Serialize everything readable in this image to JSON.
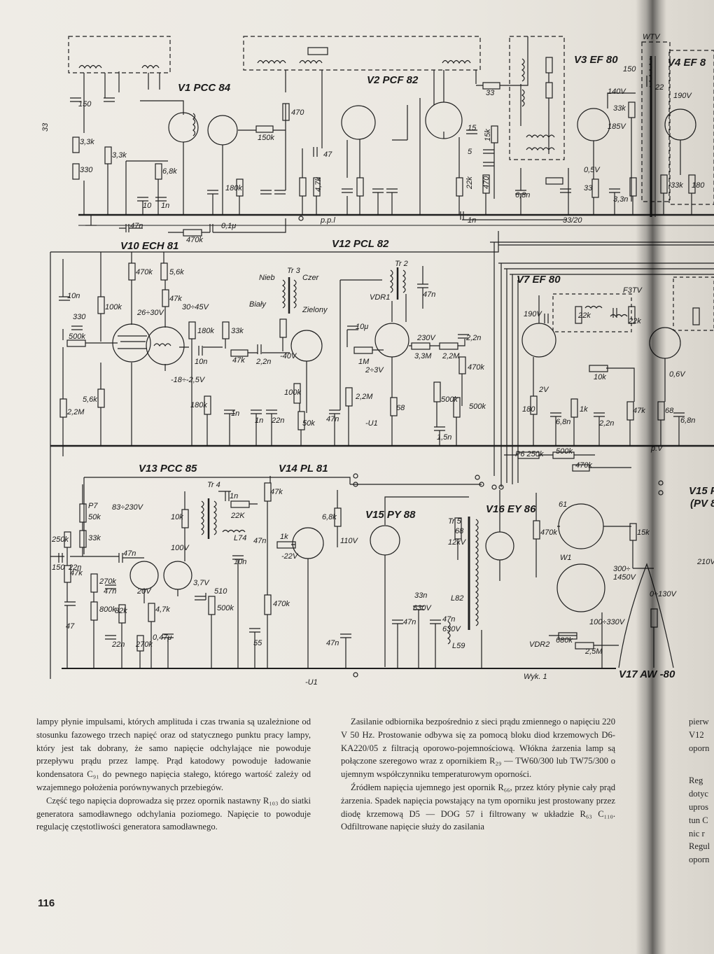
{
  "schematic": {
    "tubes": {
      "v1": "V1 PCC 84",
      "v2": "V2 PCF 82",
      "v3": "V3 EF 80",
      "v4": "V4 EF 8",
      "v7": "V7 EF 80",
      "v10": "V10 ECH 81",
      "v12": "V12 PCL 82",
      "v13": "V13 PCC 85",
      "v14": "V14 PL 81",
      "v15": "V15 PY 88",
      "v16": "V16 EY 86",
      "v17": "V17 AW -80",
      "v15r": "V15 PY",
      "v15r2": "(PV 8"
    },
    "labels": {
      "r33": "33",
      "r150": "150",
      "r3k3a": "3,3k",
      "r330a": "330",
      "r3k3b": "3,3k",
      "r6k8": "6,8k",
      "c10": "10",
      "c1n_a": "1n",
      "c47n_a": "47n",
      "r470k_a": "470k",
      "c01u": "0,1μ",
      "r150k_a": "150k",
      "r180k_a": "180k",
      "r470_a": "470",
      "c47_a": "47",
      "r4k7": "4,7k",
      "r33b": "33",
      "r22k_a": "22k",
      "r15k_a": "15k",
      "c15": "15",
      "c5": "5",
      "r470_b": "470",
      "ppl": "p.p.l",
      "c1n_b": "1n",
      "r33k_a": "33k",
      "v140": "140V",
      "v185": "185V",
      "v05": "0,5V",
      "r33_c": "33",
      "c33n": "3,3n",
      "r33k_b": "33k",
      "r180_a": "180",
      "c33_20": "33/20",
      "c68n_a": "6,8n",
      "c150": "150",
      "c22": "22",
      "v190": "190V",
      "wtv": "WTV",
      "c10n_a": "10n",
      "r330b": "330",
      "r500k_a": "500k",
      "r100k_a": "100k",
      "v26_30": "26÷30V",
      "v30_45": "30÷45V",
      "r470k_b": "470k",
      "r56k": "5,6k",
      "r47k_a": "47k",
      "r180k_b": "180k",
      "c10n_b": "10n",
      "v18_25": "-18÷-2,5V",
      "r33k_c": "33k",
      "r47k_b": "47k",
      "c22n": "2,2n",
      "v40": "-40V",
      "r180k_c": "180k",
      "r56k_b": "5,6k",
      "r22m_a": "2,2M",
      "c1n_c": "1n",
      "c1n_d": "1n",
      "c22n_b": "22n",
      "r100k_b": "100k",
      "r50k": "50k",
      "tr3": "Tr 3",
      "nieb": "Nieb",
      "czer": "Czer",
      "bialy": "Biały",
      "zielony": "Zielony",
      "tr2": "Tr 2",
      "vdr1": "VDR1",
      "c47n_b": "47n",
      "c10u": "10μ",
      "r1m": "1M",
      "v230": "230V",
      "r33m": "3,3M",
      "r22m_b": "2,2M",
      "c22n_c": "2,2n",
      "r470k_c": "470k",
      "v23": "2÷3V",
      "r22m_c": "2,2M",
      "r68": "68",
      "c47n_c": "47n",
      "u1_a": "-U1",
      "r500k_b": "500k",
      "r500k_c": "500k",
      "c15n": "1,5n",
      "r22k_b": "22k",
      "r22k_c": "22k",
      "f3tv": "F3TV",
      "v190b": "190V",
      "v2": "2V",
      "r10k": "10k",
      "r180_b": "180",
      "c68n_b": "6,8n",
      "r1k": "1k",
      "c22n_d": "2,2n",
      "r47k_c": "47k",
      "r68b": "68",
      "c68n_c": "6,8n",
      "v06": "0,6V",
      "pv": "p.V",
      "p6": "P6 250k",
      "r500k_d": "500k",
      "r470k_d": "470k",
      "p7": "P7",
      "r50k_b": "50k",
      "v83_230": "83÷230V",
      "r250k": "250k",
      "r33k_d": "33k",
      "r150_b": "150",
      "c22n_e": "22n",
      "c47n_d": "47n",
      "r47k_d": "47k",
      "r270k": "270k",
      "c47n_e": "47n",
      "r800k": "800k",
      "r82k": "82k",
      "v20": "20V",
      "r4k7b": "4,7k",
      "c22n_f": "22n",
      "r270k_b": "270k",
      "c047u": "0,47μ",
      "c47": "47",
      "tr4": "Tr 4",
      "c1n_e": "1n",
      "r10k_b": "10k",
      "r22k_d": "22K",
      "l74": "L74",
      "c47n_f": "47n",
      "v100": "100V",
      "c10n_c": "10n",
      "v37": "3,7V",
      "c510": "510",
      "r500k_e": "500k",
      "r47k_e": "47k",
      "r1k_b": "1k",
      "v22": "-22V",
      "r68k": "6,8k",
      "v110": "110V",
      "r470k_e": "470k",
      "c55": "55",
      "c47n_g": "47n",
      "tr5": "Tr 5",
      "c68": "68",
      "c12kv": "12kV",
      "c33n_b": "33n",
      "v630": "630V",
      "c47n_h": "47n",
      "c47n_i": "47n",
      "v630b": "630V",
      "l82": "L82",
      "l59": "L59",
      "n61": "61",
      "nW1": "W1",
      "r470k_f": "470k",
      "r15k": "15k",
      "v300": "300÷",
      "v1450": "1450V",
      "v0130": "0÷130V",
      "v100_330": "100÷330V",
      "vdr2": "VDR2",
      "r680k": "680k",
      "r25m": "2,5M",
      "u1_b": "-U1",
      "wyk1": "Wyk. 1",
      "v210": "210V"
    }
  },
  "columns": {
    "left": [
      "lampy płynie impulsami, których amplituda i czas trwania są uzależnione od stosunku fazowego trzech napięć oraz od statycznego punktu pracy lampy, który jest tak dobrany, że samo napięcie odchylające nie powoduje przepływu prądu przez lampę. Prąd katodowy powoduje ładowanie kondensatora C₉₁ do pewnego napięcia stałego, którego wartość zależy od wzajemnego położenia porównywanych przebiegów.",
      "Część tego napięcia doprowadza się przez opornik nastawny R₁₀₃ do siatki generatora samodławnego odchylania poziomego. Napięcie to powoduje regulację częstotliwości generatora samodławnego."
    ],
    "middle": [
      "Zasilanie odbiornika bezpośrednio z sieci prądu zmiennego o napięciu 220 V 50 Hz. Prostowanie odbywa się za pomocą bloku diod krzemowych D6-KA220/05 z filtracją oporowo-pojemnościową. Włókna żarzenia lamp są połączone szeregowo wraz z opornikiem R₂₉ — TW60/300 lub TW75/300 o ujemnym współczynniku temperaturowym oporności.",
      "Źródłem napięcia ujemnego jest opornik R₆₆, przez który płynie cały prąd żarzenia. Spadek napięcia powstający na tym oporniku jest prostowany przez diodę krzemową D5 — DOG 57 i filtrowany w układzie R₆₃ C₁₁₀. Odfiltrowane napięcie służy do zasilania"
    ],
    "right": [
      "pierw",
      "V12",
      "oporn",
      "Reg",
      "dotyc",
      "upros",
      "tun C",
      "nic r",
      "Regul",
      "oporn"
    ]
  },
  "page_number": "116"
}
